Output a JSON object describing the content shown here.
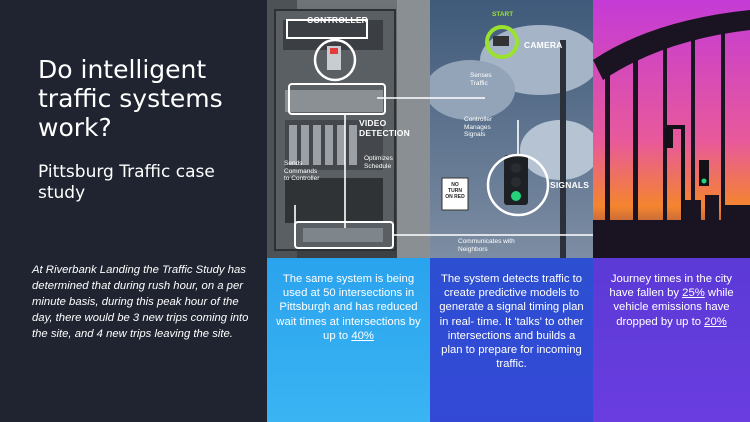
{
  "title": "Do intelligent traffic systems work?",
  "subtitle": "Pittsburg Traffic case study",
  "description": "At Riverbank Landing the Traffic Study has determined that during rush hour, on a per minute basis, during this peak hour of the day, there would be 3 new trips coming into the site, and 4 new trips leaving the site.",
  "diagram": {
    "controller": "CONTROLLER",
    "video_detection": "VIDEO DETECTION",
    "start": "START",
    "camera": "CAMERA",
    "senses_traffic": "Senses Traffic",
    "controller_manages": "Controller Manages Signals",
    "sends_commands": "Sends Commands to Controller",
    "optimizes": "Optimizes Schedule",
    "signals": "SIGNALS",
    "communicates": "Communicates with Neighbors",
    "sign_text": "NO TURN ON RED"
  },
  "panels": {
    "p1_a": "The same system is being used at 50 intersections in Pittsburgh and has reduced wait times at intersections by up to ",
    "p1_b": "40%",
    "p2": "The system detects traffic to create predictive models to generate a signal timing plan in real- time. It 'talks' to other intersections and builds a plan to prepare for incoming traffic.",
    "p3_a": "Journey times in the city have fallen by ",
    "p3_b": "25%",
    "p3_c": " while vehicle emissions have dropped by up to ",
    "p3_d": "20%"
  },
  "colors": {
    "background": "#1f2430",
    "panel1": "#2aa3ee",
    "panel2": "#2d4fd2",
    "panel3": "#5b3ad6",
    "camera_ring": "#9be22e"
  }
}
